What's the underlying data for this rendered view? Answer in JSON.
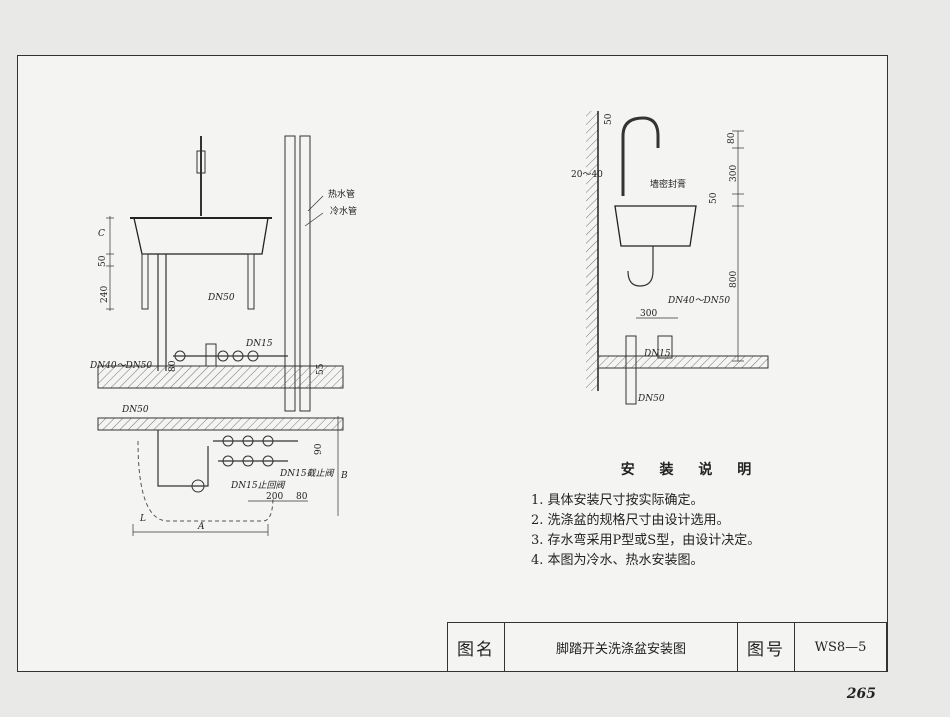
{
  "labels": {
    "hot_water_pipe": "热水管",
    "cold_water_pipe": "冷水管",
    "dn50_a": "DN50",
    "dn15_a": "DN15",
    "dn40_dn50_a": "DN40～DN50",
    "dn50_b": "DN50",
    "dn15_stop_valve": "DN15截止阀",
    "dn15_check_valve": "DN15止回阀",
    "dim_200": "200",
    "dim_80_a": "80",
    "dim_240": "240",
    "dim_50_a": "50",
    "dim_c": "C",
    "dim_80_b": "80",
    "dim_55": "55",
    "dim_90": "90",
    "dim_b": "B",
    "dim_a": "A",
    "dim_l": "L",
    "dim_50_b": "50",
    "dim_20_40": "20～40",
    "wall_seal": "墙密封膏",
    "dim_80_c": "80",
    "dim_300_a": "300",
    "dim_50_c": "50",
    "dim_800": "800",
    "dn40_dn50_b": "DN40～DN50",
    "dim_300_b": "300",
    "dn15_b": "DN15",
    "dn50_c": "DN50"
  },
  "notes": {
    "title": "安 装 说 明",
    "items": [
      "1. 具体安装尺寸按实际确定。",
      "2. 洗涤盆的规格尺寸由设计选用。",
      "3. 存水弯采用P型或S型，由设计决定。",
      "4. 本图为冷水、热水安装图。"
    ]
  },
  "title_block": {
    "name_label": "图名",
    "name_value": "脚踏开关洗涤盆安装图",
    "number_label": "图号",
    "number_value": "WS8—5"
  },
  "page_number": "265"
}
